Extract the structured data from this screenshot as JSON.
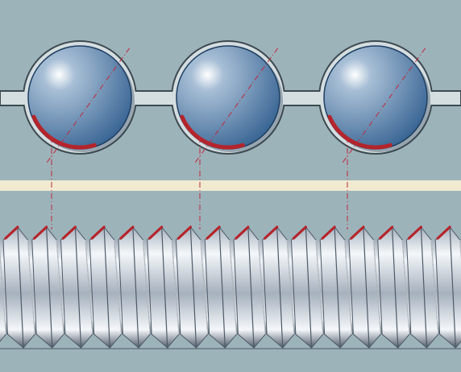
{
  "colors": {
    "background": "#9db3ba",
    "cage_fill": "#d4dde0",
    "cage_stroke": "#3d4a50",
    "ball_highlight": "#ffffff",
    "ball_mid": "#a8bfd6",
    "ball_dark": "#2f5d8e",
    "contact_arc": "#b5242b",
    "axis_line": "#c0283a",
    "separator_band": "#f0ead0",
    "screw_light": "#f4f7fa",
    "screw_mid": "#a6b1bd",
    "screw_dark": "#4e5a68"
  },
  "diagram": {
    "balls": [
      {
        "name": "ball-1"
      },
      {
        "name": "ball-2"
      },
      {
        "name": "ball-3"
      }
    ],
    "contact_angle_deg": 45,
    "thread_count": 16,
    "separator": true
  }
}
